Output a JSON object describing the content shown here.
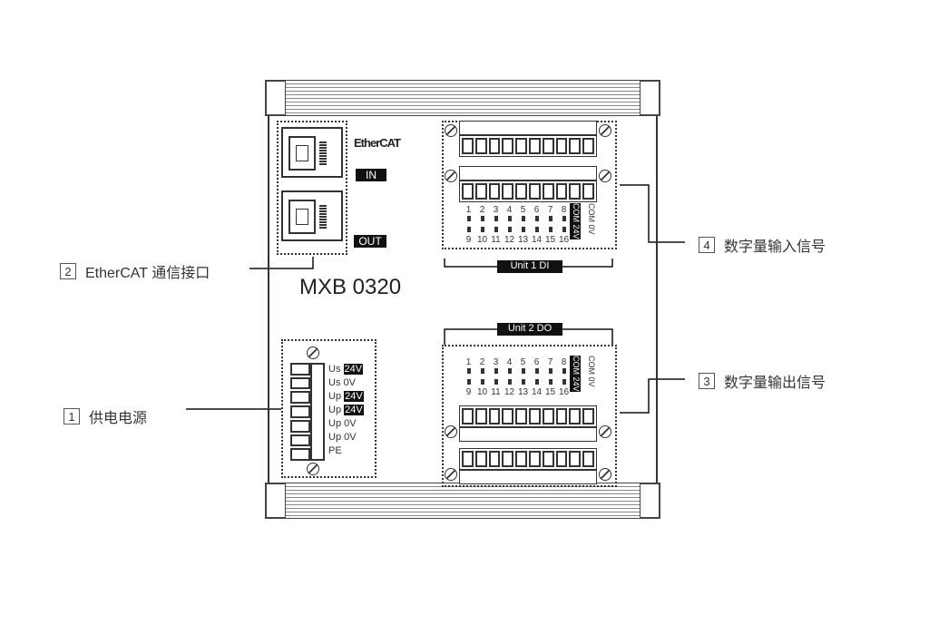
{
  "device": {
    "model": "MXB 0320",
    "ethercat_logo": "EtherCAT",
    "port_in": "IN",
    "port_out": "OUT",
    "unit1_label": "Unit 1 DI",
    "unit2_label": "Unit 2 DO",
    "channels_top": [
      "1",
      "2",
      "3",
      "4",
      "5",
      "6",
      "7",
      "8"
    ],
    "channels_bottom": [
      "9",
      "10",
      "11",
      "12",
      "13",
      "14",
      "15",
      "16"
    ],
    "com24": "COM 24V",
    "com0": "COM  0V",
    "power_terminals": [
      {
        "name": "Us",
        "value": "24V",
        "highlight": true
      },
      {
        "name": "Us",
        "value": "0V",
        "highlight": false
      },
      {
        "name": "Up",
        "value": "24V",
        "highlight": true
      },
      {
        "name": "Up",
        "value": "24V",
        "highlight": true
      },
      {
        "name": "Up",
        "value": "0V",
        "highlight": false
      },
      {
        "name": "Up",
        "value": "0V",
        "highlight": false
      },
      {
        "name": "PE",
        "value": "",
        "highlight": false
      }
    ]
  },
  "callouts": [
    {
      "num": "2",
      "text": "EtherCAT 通信接口"
    },
    {
      "num": "1",
      "text": "供电电源"
    },
    {
      "num": "4",
      "text": "数字量输入信号"
    },
    {
      "num": "3",
      "text": "数字量输出信号"
    }
  ]
}
